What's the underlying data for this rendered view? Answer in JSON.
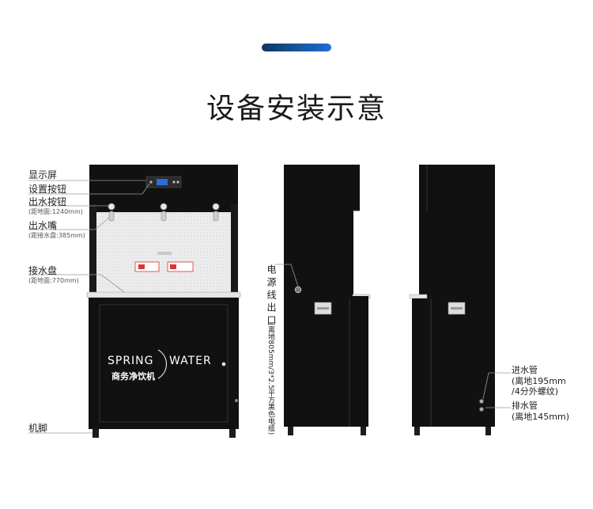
{
  "header": {
    "title": "设备安装示意"
  },
  "front_labels": {
    "display": "显示屏",
    "settings_button": "设置按钮",
    "outlet_button": "出水按钮",
    "outlet_button_note": "(距地面:1240mm)",
    "spout": "出水嘴",
    "spout_note": "(距接水盘:385mm)",
    "drip_tray": "接水盘",
    "drip_tray_note": "(距地面:770mm)",
    "feet": "机脚"
  },
  "machine_brand": {
    "left": "SPRING",
    "right": "WATER",
    "subtitle": "商务净饮机"
  },
  "side_labels": {
    "power_outlet": "电源线出口",
    "power_outlet_note": "(离地805mm/3*2.5平方黑色电缆)"
  },
  "back_labels": {
    "inlet_pipe": "进水管",
    "inlet_note_1": "(离地195mm",
    "inlet_note_2": "/4分外螺纹)",
    "drain_pipe": "排水管",
    "drain_note": "(离地145mm)"
  },
  "colors": {
    "accent_dark": "#12355f",
    "accent_light": "#1f6fd1",
    "cabinet": "#111111",
    "panel": "#ededed"
  }
}
